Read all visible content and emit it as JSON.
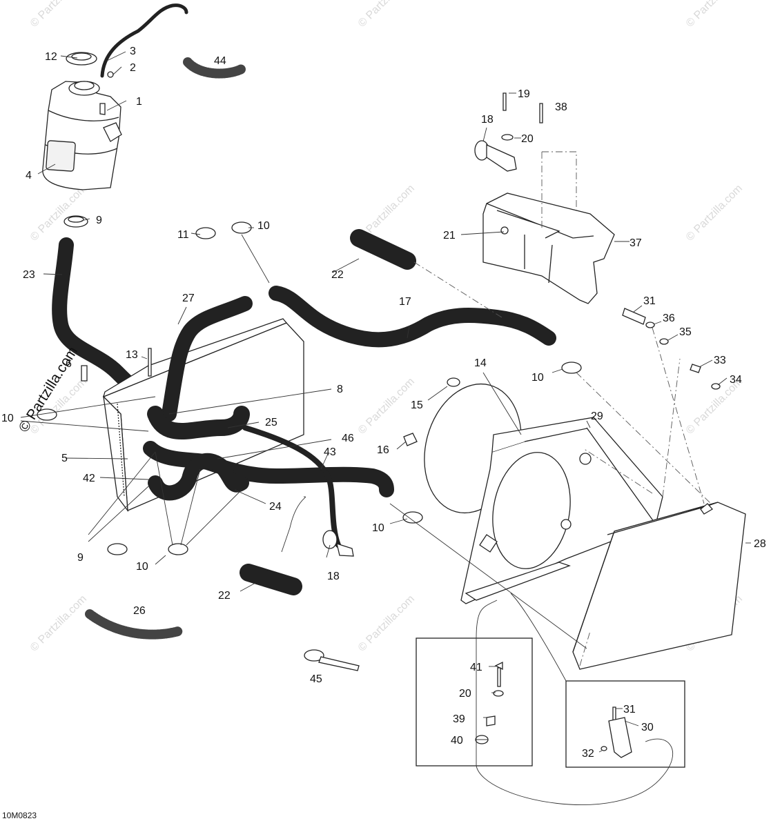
{
  "diagram": {
    "drawing_code": "10M0823",
    "brand_watermark": "© Partzilla.com",
    "faint_watermark_text": "© Partzilla.com",
    "callouts": [
      "1",
      "2",
      "3",
      "4",
      "5",
      "6",
      "8",
      "9",
      "9",
      "10",
      "10",
      "10",
      "10",
      "10",
      "10",
      "11",
      "12",
      "13",
      "14",
      "15",
      "16",
      "17",
      "18",
      "18",
      "19",
      "20",
      "20",
      "21",
      "22",
      "22",
      "23",
      "24",
      "25",
      "26",
      "27",
      "28",
      "29",
      "30",
      "31",
      "31",
      "32",
      "33",
      "34",
      "35",
      "36",
      "37",
      "38",
      "39",
      "40",
      "41",
      "42",
      "43",
      "44",
      "45",
      "46"
    ]
  }
}
